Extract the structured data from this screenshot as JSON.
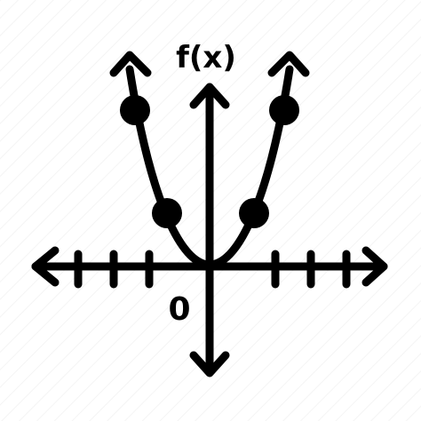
{
  "diagram": {
    "function_label": "f(x)",
    "origin_label": "0",
    "stroke_color": "#000000",
    "background_color": "#ffffff",
    "curve": "parabola",
    "points": 4
  }
}
